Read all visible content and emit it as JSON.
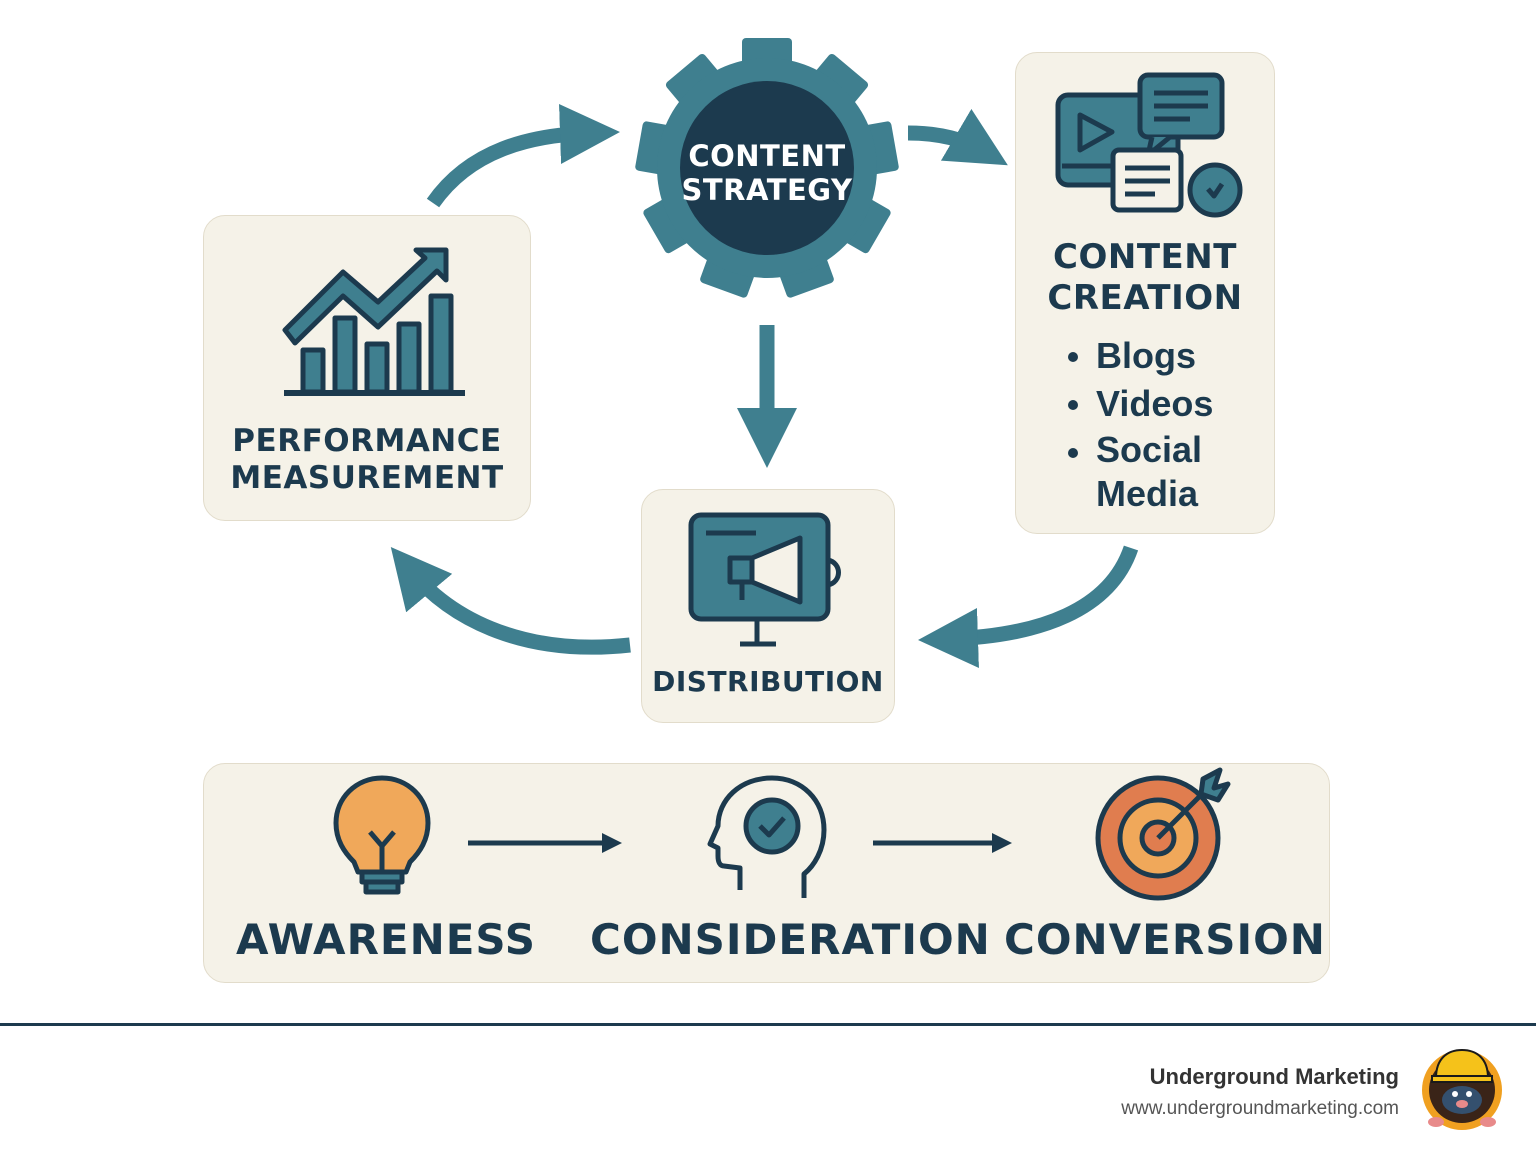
{
  "cycle": {
    "center": {
      "line1": "CONTENT",
      "line2": "STRATEGY",
      "icon": "gear-icon"
    },
    "creation": {
      "title_line1": "CONTENT",
      "title_line2": "CREATION",
      "items": [
        "Blogs",
        "Videos",
        "Social Media"
      ],
      "icon": "media-chat-icon"
    },
    "distribution": {
      "title": "DISTRIBUTION",
      "icon": "monitor-megaphone-icon"
    },
    "performance": {
      "title_line1": "PERFORMANCE",
      "title_line2": "MEASUREMENT",
      "icon": "growth-chart-icon"
    }
  },
  "funnel": {
    "stages": [
      {
        "label": "AWARENESS",
        "icon": "lightbulb-icon"
      },
      {
        "label": "CONSIDERATION",
        "icon": "head-check-icon"
      },
      {
        "label": "CONVERSION",
        "icon": "target-icon"
      }
    ]
  },
  "footer": {
    "brand": "Underground Marketing",
    "url": "www.undergroundmarketing.com",
    "logo_icon": "mole-hardhat-icon"
  },
  "colors": {
    "teal": "#3f7f8f",
    "navy": "#1c3a4e",
    "card": "#f5f2e8",
    "orange": "#e07d4f",
    "amber": "#f0a85a"
  }
}
